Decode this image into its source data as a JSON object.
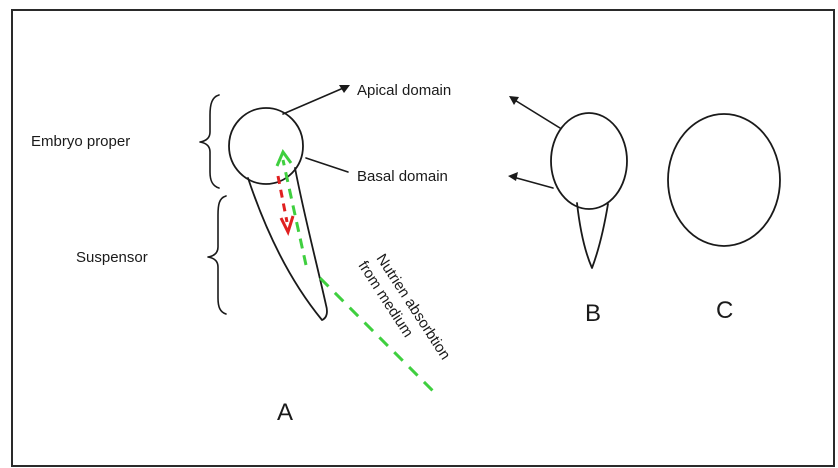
{
  "labels": {
    "apical_domain": "Apical domain",
    "basal_domain": "Basal domain",
    "embryo_proper": "Embryo proper",
    "suspensor": "Suspensor",
    "nutrient_line1": "Nutrien absorbtion",
    "nutrient_line2": "from medium",
    "panel_a": "A",
    "panel_b": "B",
    "panel_c": "C"
  },
  "colors": {
    "ink": "#1a1a1a",
    "green_dash": "#3fcf3f",
    "red_dash": "#e02020",
    "border": "#2a2a2a"
  }
}
